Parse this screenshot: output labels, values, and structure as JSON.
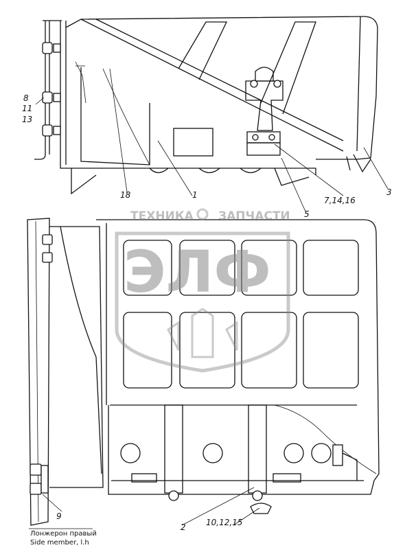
{
  "callouts": {
    "c8": "8",
    "c11": "11",
    "c13": "13",
    "c18": "18",
    "c1": "1",
    "c5": "5",
    "c7_14_16": "7,14,16",
    "c3": "3",
    "c9": "9",
    "c2": "2",
    "c10_12_15": "10,12,15"
  },
  "side_member_label_ru": "Лонжерон правый",
  "side_member_label_en": "Side member, l.h",
  "watermark": {
    "top_text_left": "ТЕХНИКА",
    "top_text_right": "ЗАПЧАСТИ",
    "main_text": "ЭЛФ"
  }
}
